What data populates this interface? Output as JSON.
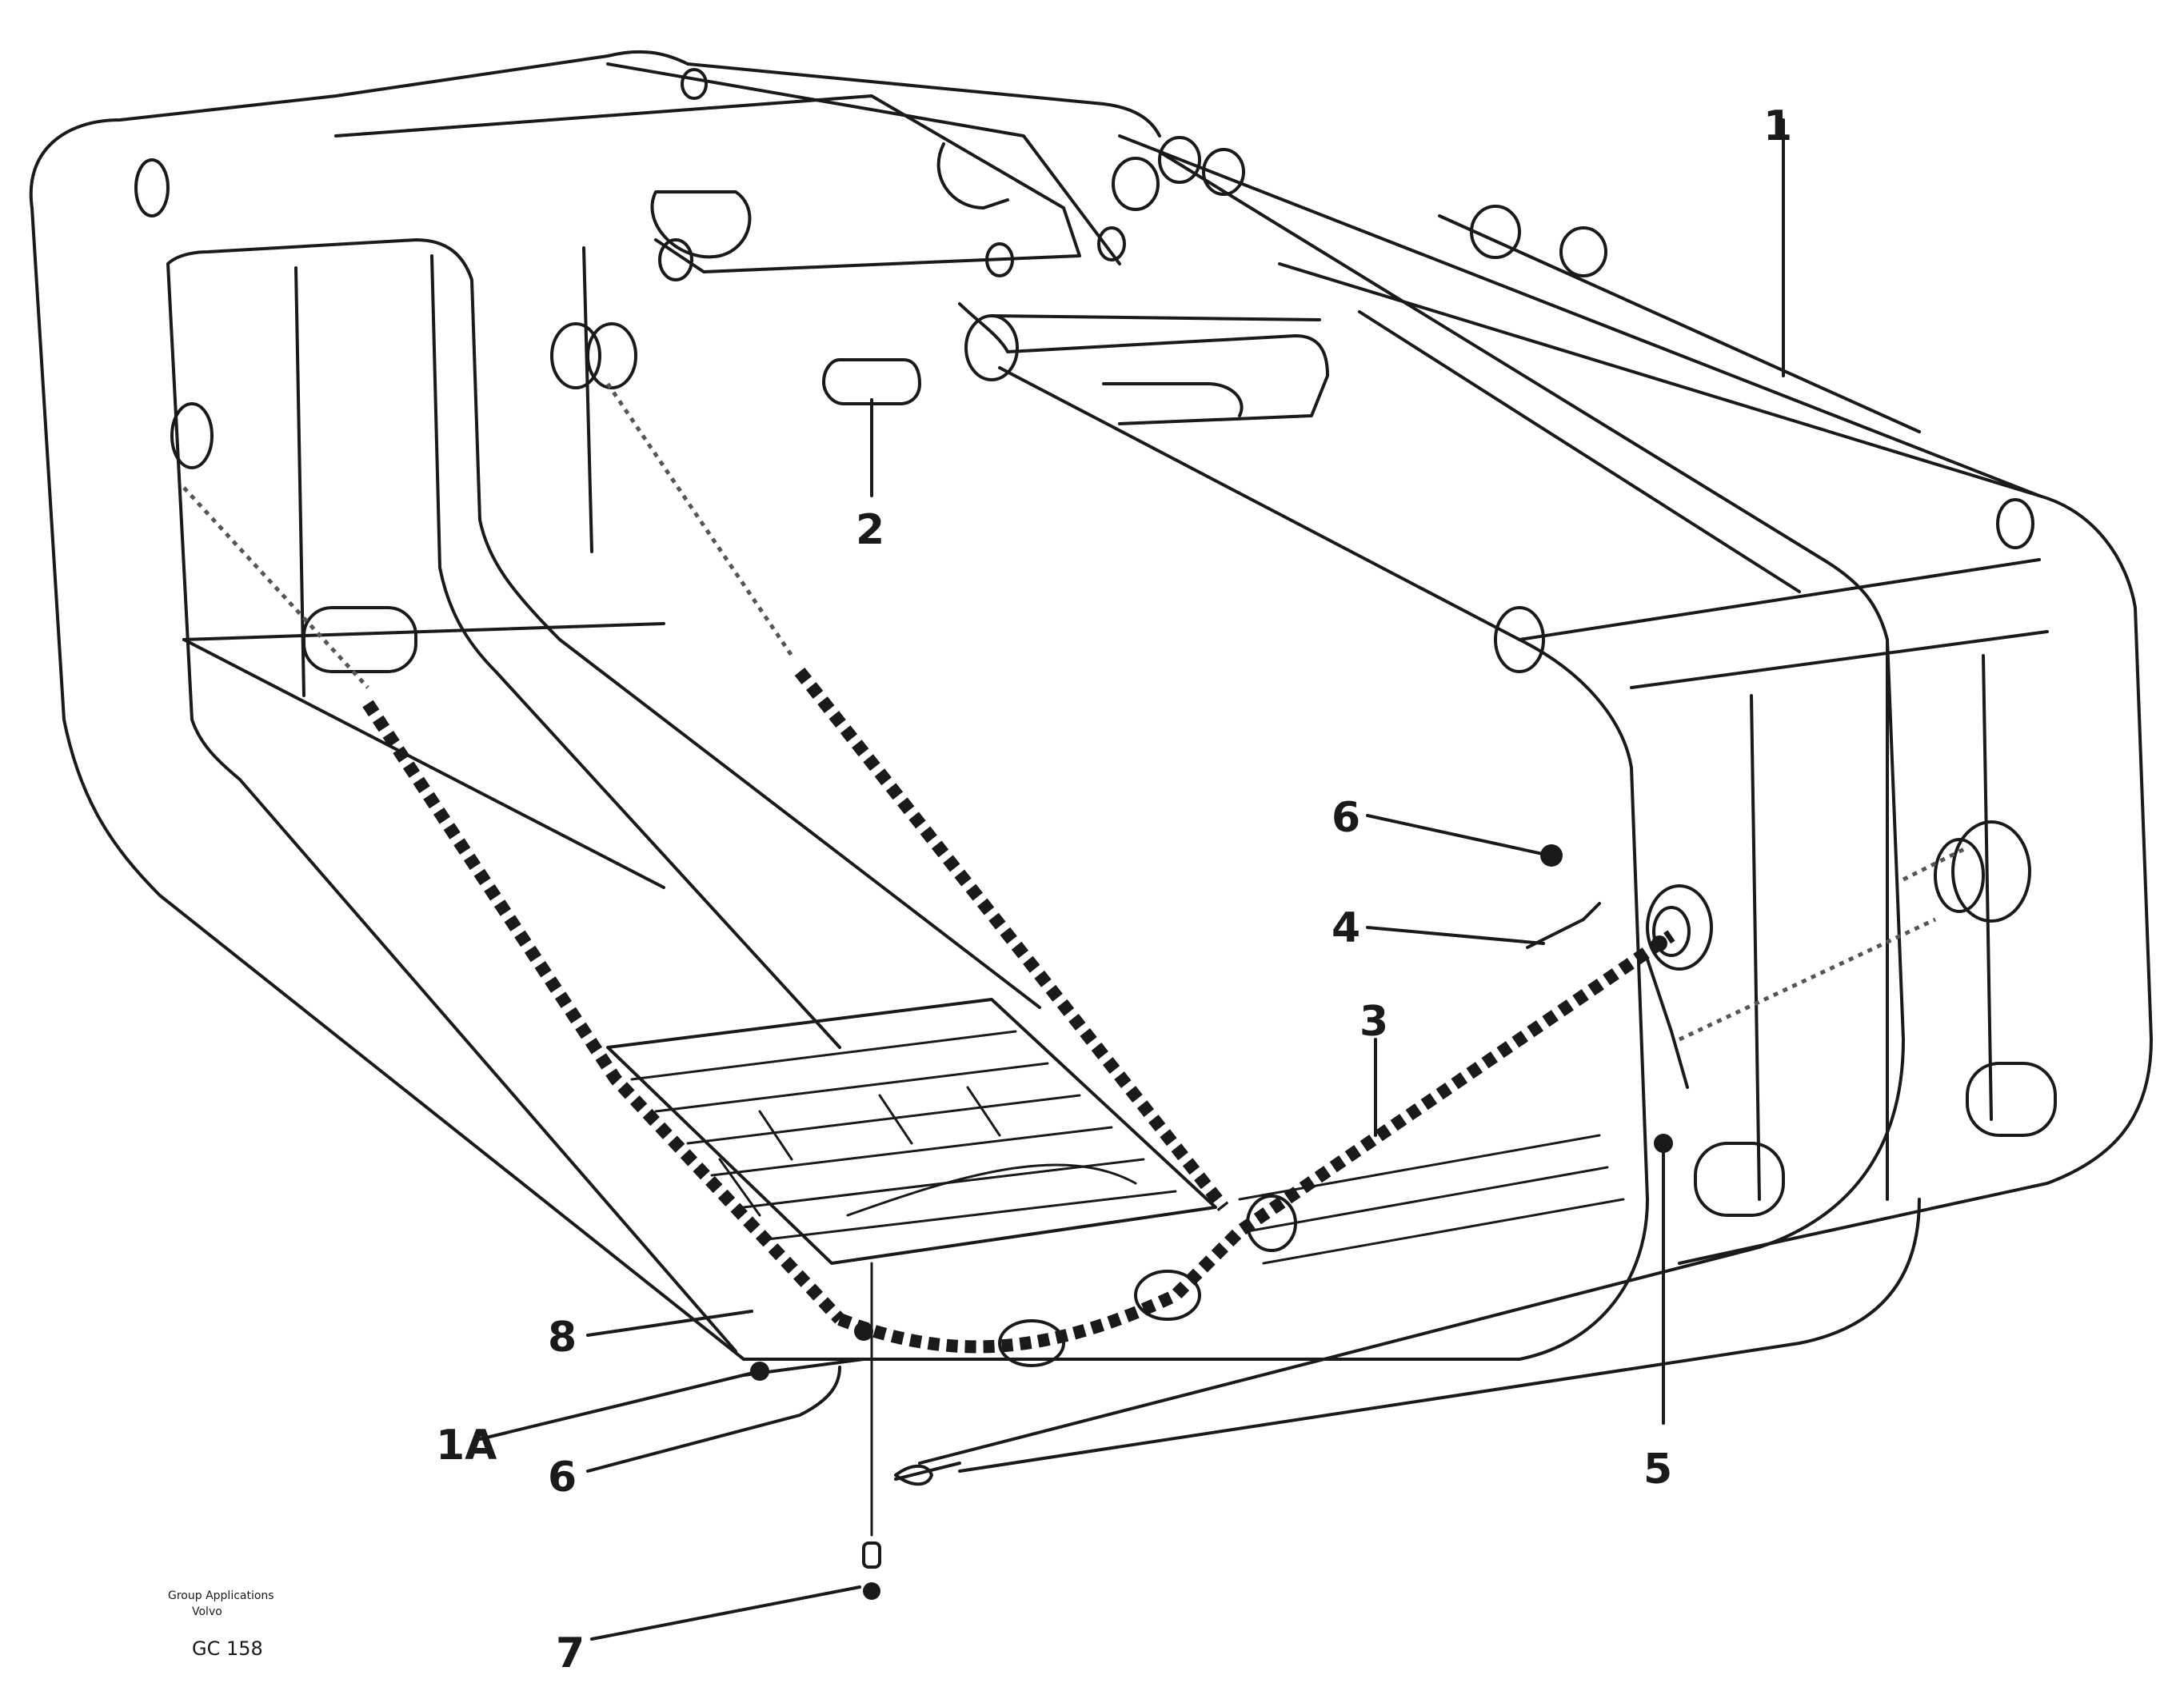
{
  "callouts": [
    {
      "id": "1",
      "label": "1"
    },
    {
      "id": "2",
      "label": "2"
    },
    {
      "id": "3",
      "label": "3"
    },
    {
      "id": "4",
      "label": "4"
    },
    {
      "id": "5",
      "label": "5"
    },
    {
      "id": "6",
      "label": "6"
    },
    {
      "id": "7",
      "label": "7"
    },
    {
      "id": "8",
      "label": "8"
    },
    {
      "id": "1A",
      "label": "1A"
    }
  ],
  "stamp": {
    "line1": "Group Applications",
    "line2": "Volvo",
    "code": "GC 158"
  }
}
